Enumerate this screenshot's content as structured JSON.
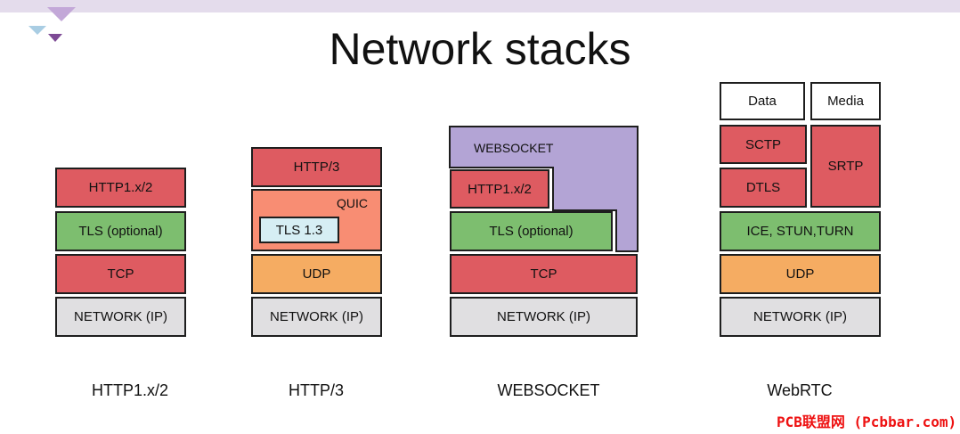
{
  "title": "Network stacks",
  "colors": {
    "app_red": "#de5b61",
    "tls_green": "#7dbe6f",
    "network_grey": "#e0dfe1",
    "udp_orange": "#f5ac62",
    "quic_salmon": "#f88d73",
    "websocket_purple": "#b3a4d5",
    "watermark_red": "#ee1111"
  },
  "stacks": {
    "http1": {
      "caption": "HTTP1.x/2",
      "layers": [
        "HTTP1.x/2",
        "TLS (optional)",
        "TCP",
        "NETWORK (IP)"
      ]
    },
    "http3": {
      "caption": "HTTP/3",
      "http": "HTTP/3",
      "quic": "QUIC",
      "tls": "TLS 1.3",
      "udp": "UDP",
      "network": "NETWORK (IP)"
    },
    "websocket": {
      "caption": "WEBSOCKET",
      "websocket": "WEBSOCKET",
      "http": "HTTP1.x/2",
      "tls": "TLS (optional)",
      "tcp": "TCP",
      "network": "NETWORK (IP)"
    },
    "webrtc": {
      "caption": "WebRTC",
      "data": "Data",
      "media": "Media",
      "sctp": "SCTP",
      "dtls": "DTLS",
      "srtp": "SRTP",
      "ice": "ICE, STUN,TURN",
      "udp": "UDP",
      "network": "NETWORK (IP)"
    }
  },
  "watermark": "PCB联盟网 (Pcbbar.com)"
}
